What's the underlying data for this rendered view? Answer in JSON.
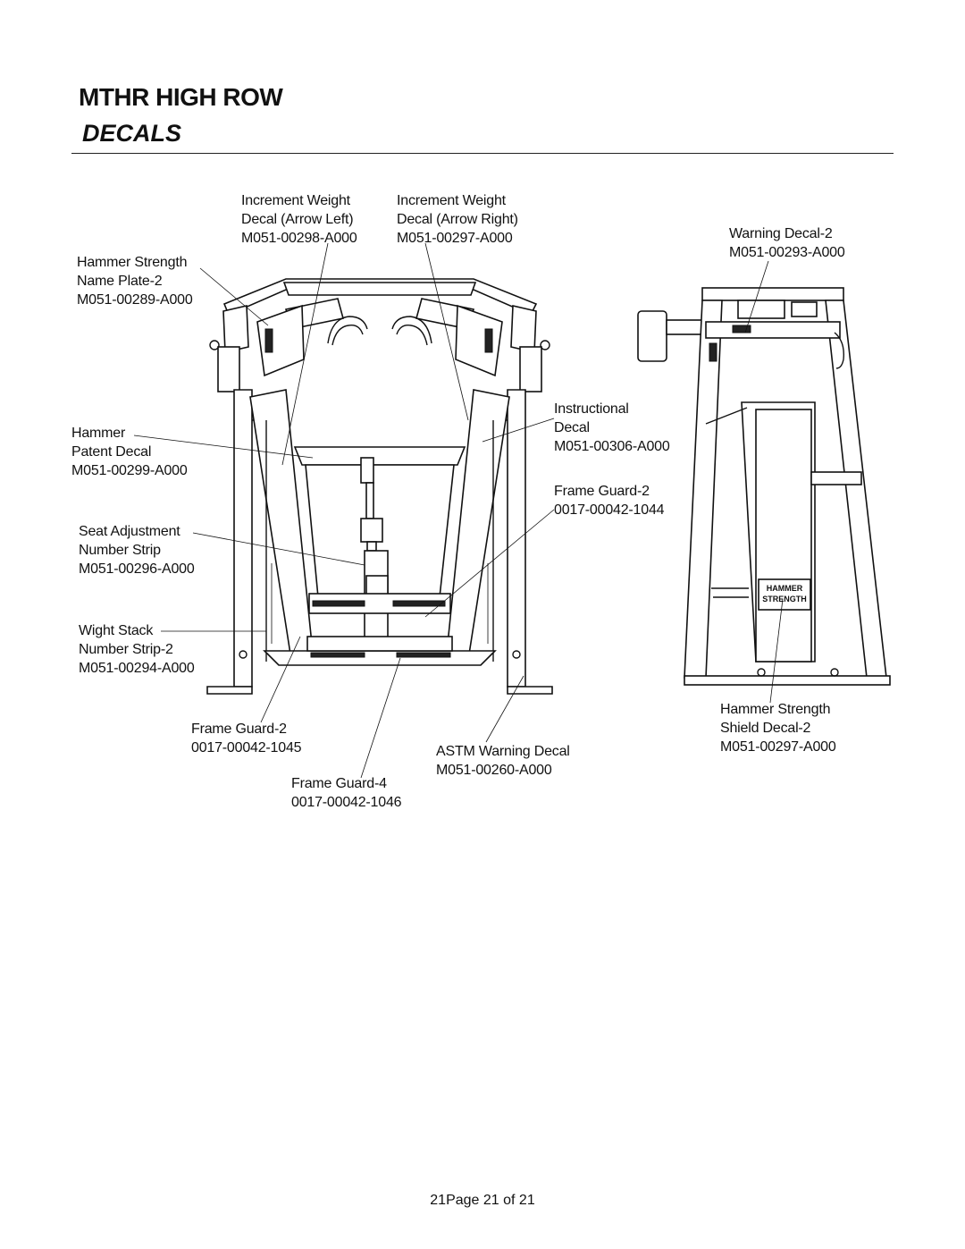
{
  "header": {
    "title": "MTHR HIGH ROW",
    "subtitle": "DECALS"
  },
  "labels": {
    "inc_left": [
      "Increment Weight",
      "Decal (Arrow Left)",
      "M051-00298-A000"
    ],
    "inc_right": [
      "Increment Weight",
      "Decal (Arrow Right)",
      "M051-00297-A000"
    ],
    "warning": [
      "Warning Decal-2",
      "M051-00293-A000"
    ],
    "nameplate": [
      "Hammer Strength",
      "Name Plate-2",
      "M051-00289-A000"
    ],
    "patent": [
      "Hammer",
      "Patent Decal",
      "M051-00299-A000"
    ],
    "instruct": [
      "Instructional",
      "Decal",
      "M051-00306-A000"
    ],
    "guard_1044": [
      "Frame Guard-2",
      "0017-00042-1044"
    ],
    "seat": [
      "Seat Adjustment",
      "Number Strip",
      "M051-00296-A000"
    ],
    "stack": [
      "Wight Stack",
      "Number Strip-2",
      "M051-00294-A000"
    ],
    "guard_1045": [
      "Frame Guard-2",
      "0017-00042-1045"
    ],
    "astm": [
      "ASTM Warning Decal",
      "M051-00260-A000"
    ],
    "guard_1046": [
      "Frame Guard-4",
      "0017-00042-1046"
    ],
    "shield": [
      "Hammer Strength",
      "Shield Decal-2",
      "M051-00297-A000"
    ]
  },
  "logo_text": [
    "HAMMER",
    "STRENGTH"
  ],
  "footer": {
    "page": "21Page 21 of 21"
  }
}
